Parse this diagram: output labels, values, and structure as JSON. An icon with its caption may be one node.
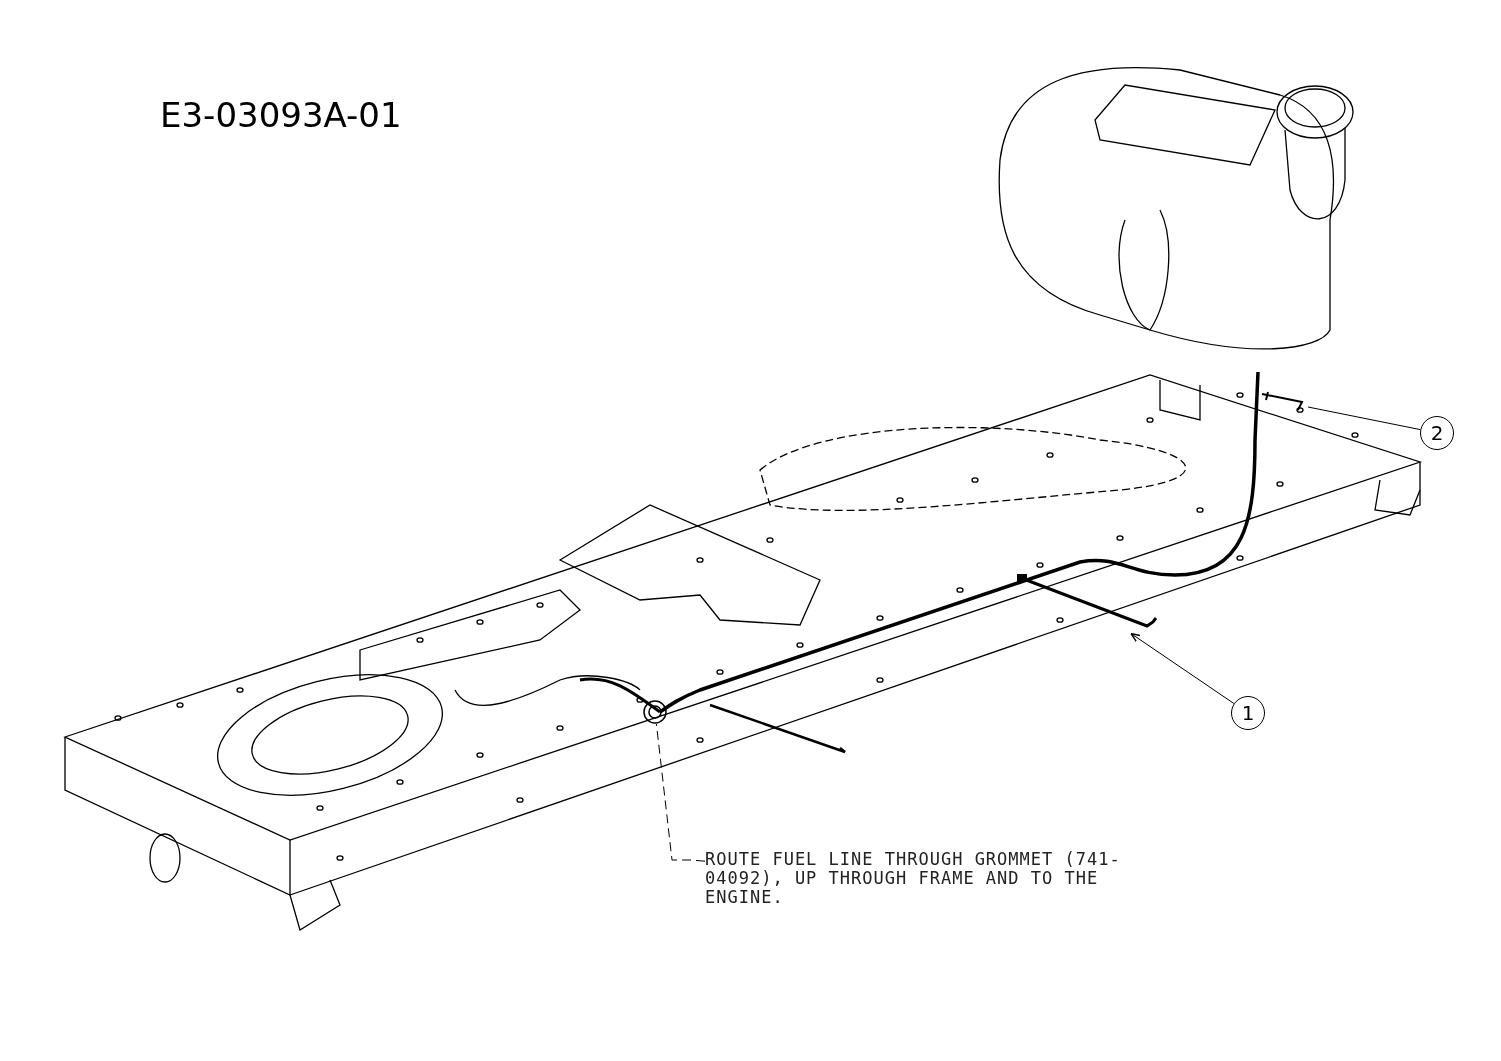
{
  "diagram": {
    "nodes": [
      {
        "text": [
          "1"
        ]
      },
      {
        "text": [],
        "shape": "picture"
      },
      {
        "text": [
          "2"
        ]
      },
      {
        "text": [],
        "shape": "picture"
      },
      {
        "text": [
          "ROUTE FUEL LINE THROUGH GROMMET (741-04092), UP THROUGH FRAME AND TO THE ENGINE."
        ]
      },
      {
        "text": [],
        "shape": "circle"
      }
    ],
    "edges": [
      {
        "from": 0,
        "to": 1,
        "arrow": "to"
      },
      {
        "from": 2,
        "to": 3,
        "arrow": "none"
      },
      {
        "from": 4,
        "to": 5,
        "arrow": "none",
        "style": "dashed"
      }
    ],
    "labels": [
      "E3-03093A-01"
    ]
  }
}
